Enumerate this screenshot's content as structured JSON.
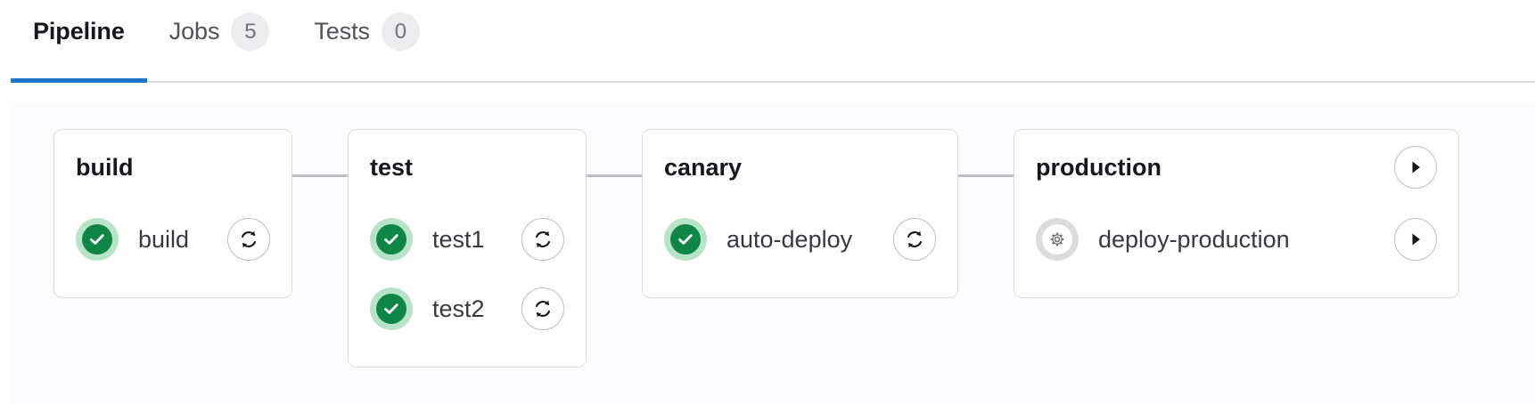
{
  "tabs": [
    {
      "label": "Pipeline",
      "badge": null,
      "active": true
    },
    {
      "label": "Jobs",
      "badge": "5",
      "active": false
    },
    {
      "label": "Tests",
      "badge": "0",
      "active": false
    }
  ],
  "colors": {
    "active_tab_underline": "#1f75cb",
    "success_green": "#108548",
    "success_halo": "#b7e3c6",
    "manual_gray": "#737278",
    "manual_halo": "#dcdcde",
    "connector": "#bfbfc3",
    "panel_background": "#fbfafd",
    "card_border": "#dcdcde"
  },
  "pipeline": {
    "stages": [
      {
        "name": "build",
        "header_action": null,
        "jobs": [
          {
            "name": "build",
            "status": "success",
            "status_icon": "check-circle-icon",
            "action": "retry",
            "action_icon": "retry-icon"
          }
        ]
      },
      {
        "name": "test",
        "header_action": null,
        "jobs": [
          {
            "name": "test1",
            "status": "success",
            "status_icon": "check-circle-icon",
            "action": "retry",
            "action_icon": "retry-icon"
          },
          {
            "name": "test2",
            "status": "success",
            "status_icon": "check-circle-icon",
            "action": "retry",
            "action_icon": "retry-icon"
          }
        ]
      },
      {
        "name": "canary",
        "header_action": null,
        "jobs": [
          {
            "name": "auto-deploy",
            "status": "success",
            "status_icon": "check-circle-icon",
            "action": "retry",
            "action_icon": "retry-icon"
          }
        ]
      },
      {
        "name": "production",
        "header_action": "play",
        "header_action_icon": "play-icon",
        "jobs": [
          {
            "name": "deploy-production",
            "status": "manual",
            "status_icon": "gear-icon",
            "action": "play",
            "action_icon": "play-icon"
          }
        ]
      }
    ]
  }
}
